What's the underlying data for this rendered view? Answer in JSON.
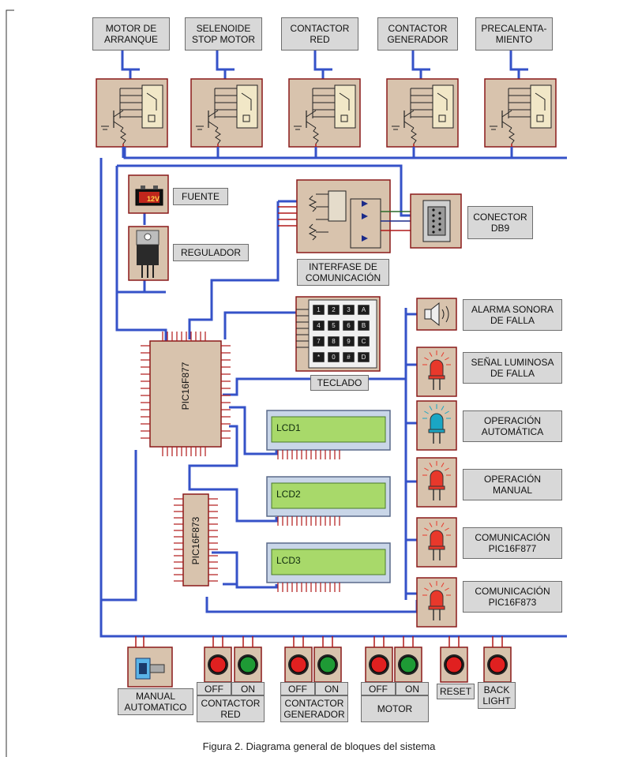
{
  "relays": [
    {
      "label": "MOTOR DE\nARRANQUE"
    },
    {
      "label": "SELENOIDE\nSTOP MOTOR"
    },
    {
      "label": "CONTACTOR\nRED"
    },
    {
      "label": "CONTACTOR\nGENERADOR"
    },
    {
      "label": "PRECALENTA-\nMIENTO"
    }
  ],
  "power": {
    "fuente": "FUENTE",
    "battery_text": "12V",
    "regulador": "REGULADOR"
  },
  "interface": {
    "label": "INTERFASE DE\nCOMUNICACIÓN"
  },
  "connector": {
    "label": "CONECTOR\nDB9"
  },
  "keypad": {
    "label": "TECLADO",
    "keys": [
      "1",
      "2",
      "3",
      "A",
      "4",
      "5",
      "6",
      "B",
      "7",
      "8",
      "9",
      "C",
      "*",
      "0",
      "#",
      "D"
    ]
  },
  "mcu1": {
    "name": "PIC16F877"
  },
  "mcu2": {
    "name": "PIC16F873"
  },
  "lcds": [
    {
      "text": "LCD1"
    },
    {
      "text": "LCD2"
    },
    {
      "text": "LCD3"
    }
  ],
  "indicators": [
    {
      "label": "ALARMA SONORA\nDE FALLA",
      "kind": "speaker"
    },
    {
      "label": "SEÑAL LUMINOSA\nDE FALLA",
      "kind": "led",
      "color": "#e8382b"
    },
    {
      "label": "OPERACIÓN\nAUTOMÁTICA",
      "kind": "led",
      "color": "#1aa6c4"
    },
    {
      "label": "OPERACIÓN\nMANUAL",
      "kind": "led",
      "color": "#e8382b"
    },
    {
      "label": "COMUNICACIÓN\nPIC16F877",
      "kind": "led",
      "color": "#e8382b"
    },
    {
      "label": "COMUNICACIÓN\nPIC16F873",
      "kind": "led",
      "color": "#e8382b"
    }
  ],
  "controls": {
    "switch_label": "MANUAL\nAUTOMATICO",
    "off": "OFF",
    "on": "ON",
    "contactor_red": "CONTACTOR\nRED",
    "contactor_gen": "CONTACTOR\nGENERADOR",
    "motor": "MOTOR",
    "reset": "RESET",
    "backlight": "BACK\nLIGHT"
  },
  "colors": {
    "bus": "#3552c8",
    "wire": "#b01818",
    "chip": "#d8c3ad",
    "chip_border": "#8a1a1a",
    "lcd_screen": "#a8d96a",
    "button_red": "#e02020",
    "button_green": "#1e9a35"
  },
  "caption": "Figura 2. Diagrama general de bloques del sistema"
}
